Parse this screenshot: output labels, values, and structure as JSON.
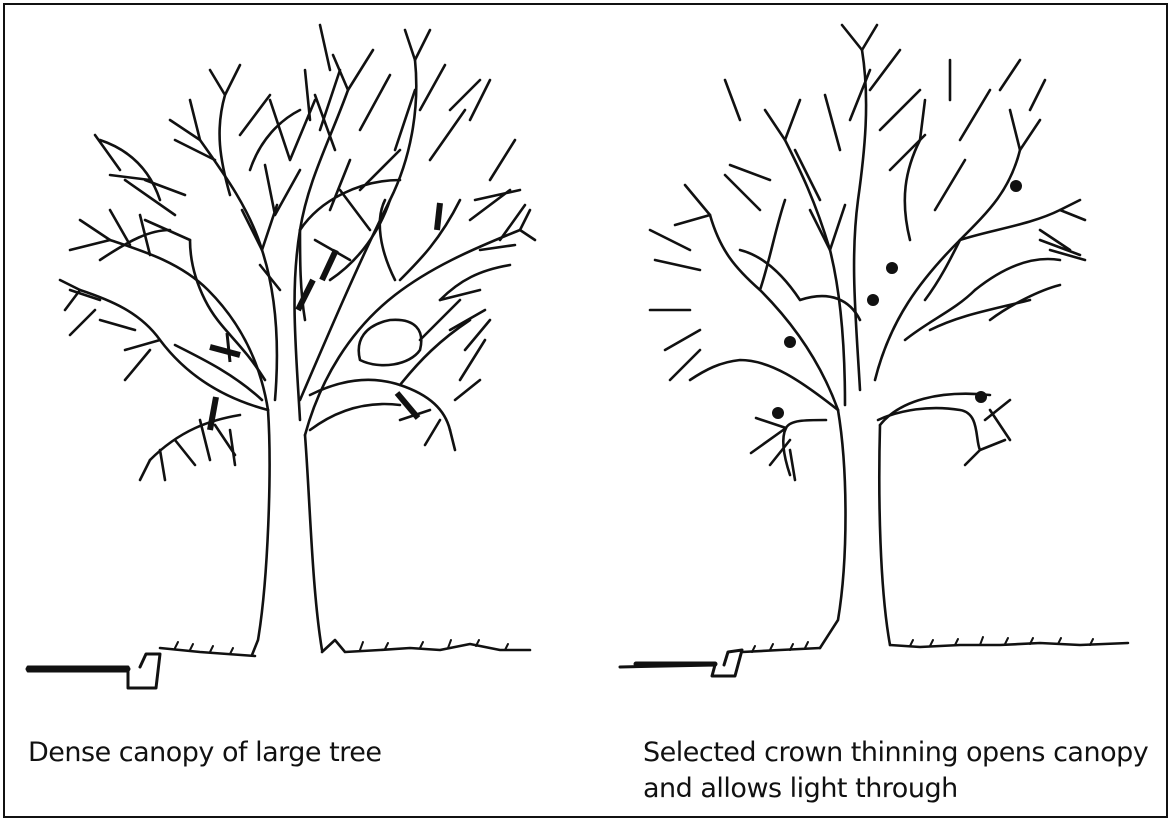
{
  "panels": [
    {
      "caption_lines": [
        "Dense canopy of large tree"
      ]
    },
    {
      "caption_lines": [
        "Selected crown thinning opens canopy",
        "and allows light through"
      ]
    }
  ],
  "colors": {
    "ink": "#111111",
    "background": "#ffffff"
  },
  "markers": {
    "left_panel": "cut-mark",
    "right_panel": "thinning-dot"
  }
}
